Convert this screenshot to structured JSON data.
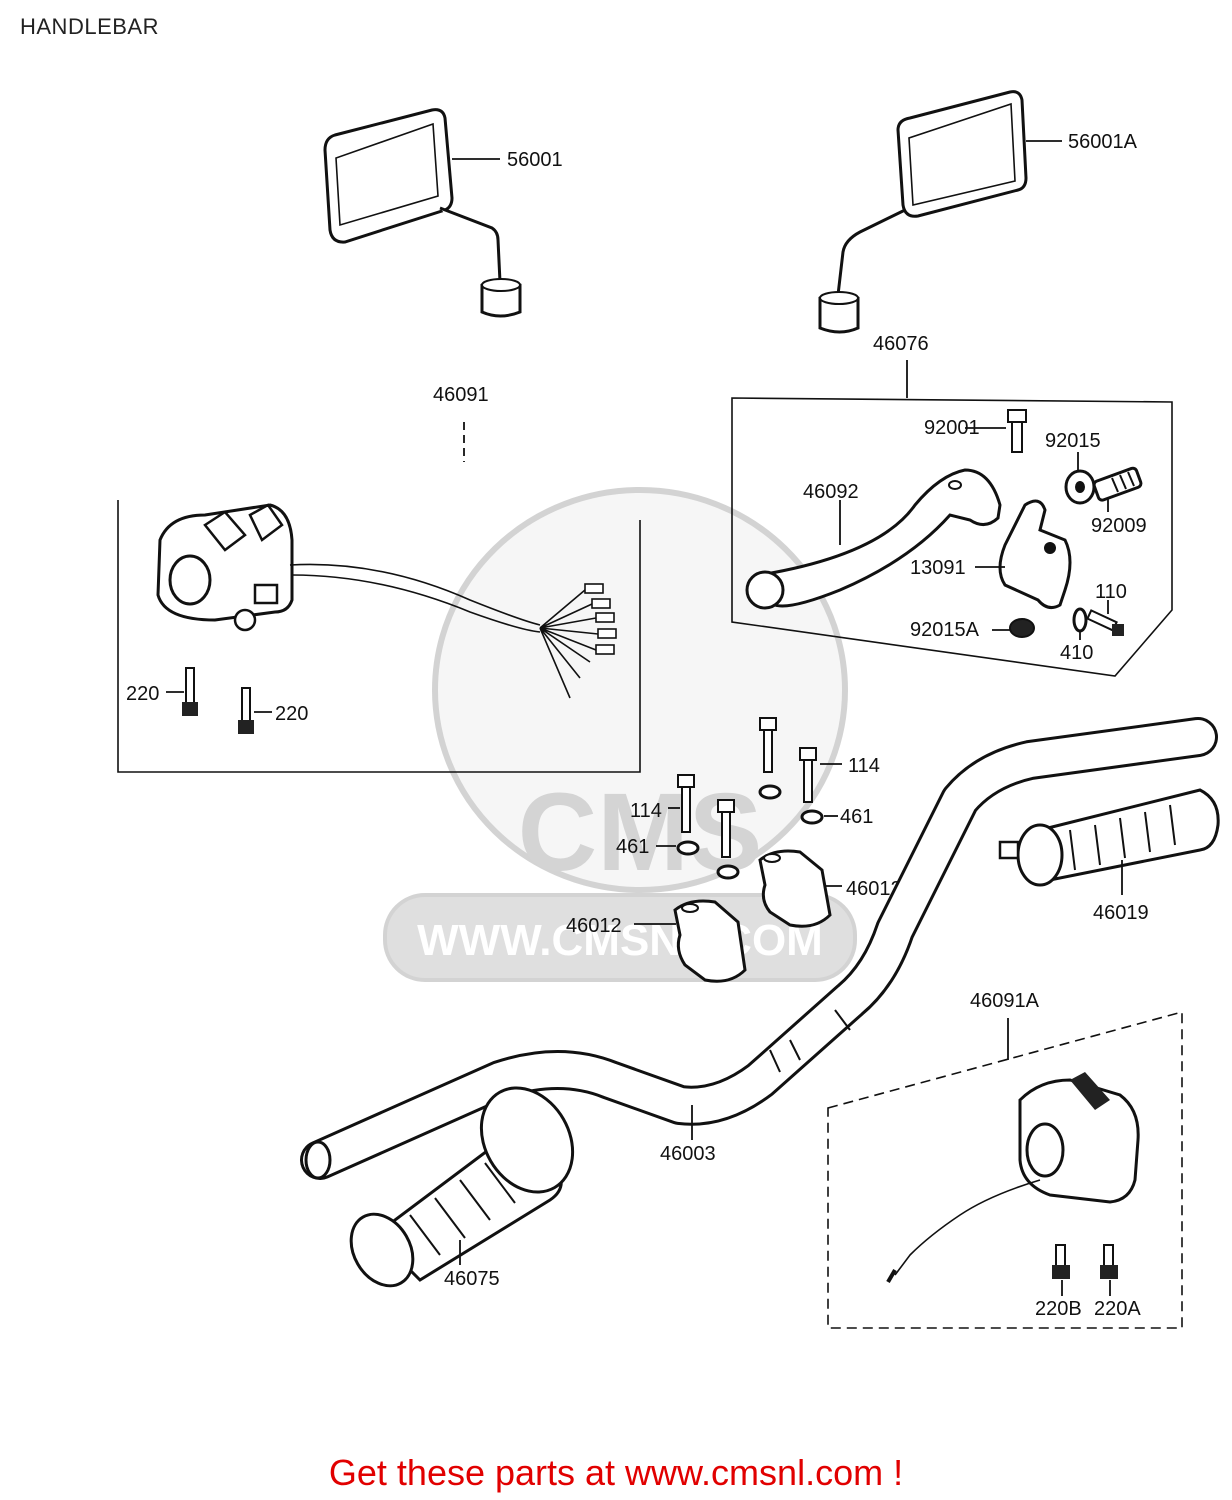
{
  "title": "HANDLEBAR",
  "watermark": {
    "brand": "CMS",
    "url": "WWW.CMSNL.COM"
  },
  "promo": "Get these parts at www.cmsnl.com !",
  "colors": {
    "promo": "#e10000",
    "ink": "#111111",
    "watermark": "#d9d9d9"
  },
  "labels": {
    "mirror_left": "56001",
    "mirror_right": "56001A",
    "lever_assembly": "46076",
    "switch_left": "46091",
    "bolt_92001": "92001",
    "nut_92015": "92015",
    "lever": "46092",
    "adjuster_92009": "92009",
    "bracket_13091": "13091",
    "bolt_110": "110",
    "nut_92015A": "92015A",
    "washer_410": "410",
    "screw_220_a": "220",
    "screw_220_b": "220",
    "bolt_114_a": "114",
    "bolt_114_b": "114",
    "washer_461_a": "461",
    "washer_461_b": "461",
    "holder_46012_a": "46012",
    "holder_46012_b": "46012",
    "grip_46019": "46019",
    "switch_right": "46091A",
    "handlebar": "46003",
    "grip_46075": "46075",
    "screw_220B": "220B",
    "screw_220A": "220A"
  }
}
